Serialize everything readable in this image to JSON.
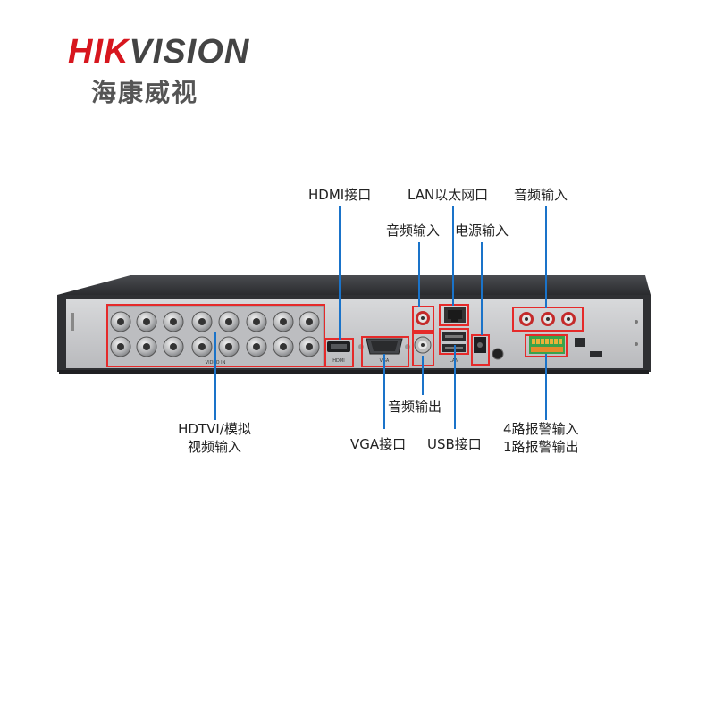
{
  "brand": {
    "name_en_red": "HIK",
    "name_en_gray": "VISION",
    "name_cn": "海康威视",
    "colors": {
      "red": "#d7161e",
      "gray": "#444444"
    }
  },
  "device": {
    "panel_marks": {
      "video_in": "VIDEO IN",
      "hdmi": "HDMI",
      "vga": "VGA",
      "lan": "LAN"
    }
  },
  "labels": {
    "hdmi_port": "HDMI接口",
    "lan_port": "LAN以太网口",
    "audio_in_top": "音频输入",
    "audio_in_mid": "音频输入",
    "power_in": "电源输入",
    "audio_out": "音频输出",
    "video_in_line1": "HDTVI/模拟",
    "video_in_line2": "视频输入",
    "vga_port": "VGA接口",
    "usb_port": "USB接口",
    "alarm_line1": "4路报警输入",
    "alarm_line2": "1路报警输出"
  },
  "colors": {
    "highlight": "#e52a2a",
    "connector": "#1a73c9",
    "chassis": "#2f3033",
    "panel": "#c9cacc"
  },
  "icons": [
    "bnc-connector-icon",
    "hdmi-port-icon",
    "vga-port-icon",
    "rca-jack-icon",
    "rj45-port-icon",
    "usb-port-icon",
    "power-jack-icon",
    "terminal-block-icon"
  ]
}
